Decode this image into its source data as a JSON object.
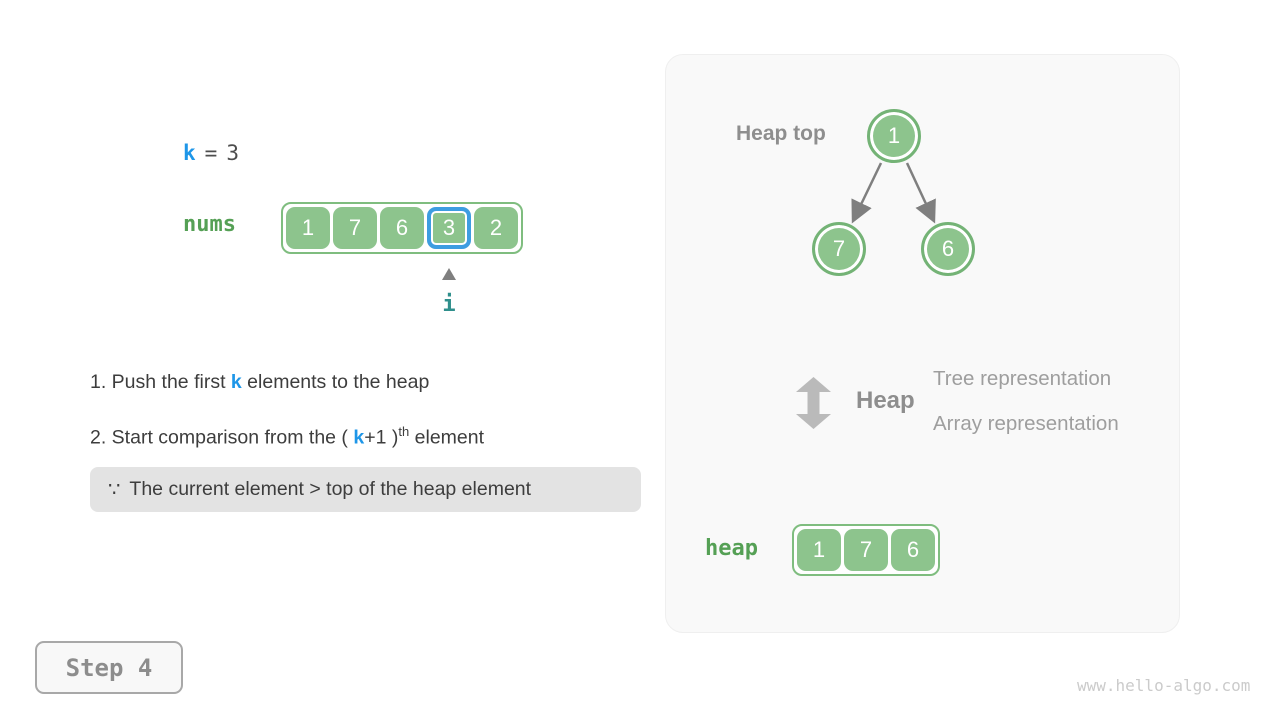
{
  "colors": {
    "cell_green": "#8dc48d",
    "border_green": "#7fbd7f",
    "node_ring_green": "#74b376",
    "label_green": "#55a055",
    "highlight_blue": "#3d9de1",
    "variable_blue": "#1e96e8",
    "pointer_teal": "#2f8f8c",
    "gray_text": "#8e8e8e",
    "note_bg": "#e3e3e3",
    "panel_bg": "#f9f9f9"
  },
  "left": {
    "k_assignment": {
      "variable": "k",
      "operator": "=",
      "value": "3"
    },
    "nums_array": {
      "label": "nums",
      "cells": [
        {
          "value": "1",
          "highlighted": false
        },
        {
          "value": "7",
          "highlighted": false
        },
        {
          "value": "6",
          "highlighted": false
        },
        {
          "value": "3",
          "highlighted": true
        },
        {
          "value": "2",
          "highlighted": false
        }
      ],
      "pointer": {
        "label": "i"
      }
    },
    "instruction1": {
      "pre": "1. Push the first ",
      "k": "k",
      "post": " elements to the heap"
    },
    "instruction2": {
      "pre": "2. Start comparison from the ( ",
      "k": "k",
      "mid": "+1 )",
      "sup": "th",
      "post": " element"
    },
    "condition_note": {
      "symbol": "∵",
      "text": "The current element > top of the heap element"
    }
  },
  "heap_panel": {
    "heap_top_label": "Heap top",
    "tree": {
      "root": "1",
      "left_child": "7",
      "right_child": "6"
    },
    "legend": {
      "heap_label": "Heap",
      "tree_representation": "Tree representation",
      "array_representation": "Array representation"
    },
    "heap_array": {
      "label": "heap",
      "cells": [
        {
          "value": "1"
        },
        {
          "value": "7"
        },
        {
          "value": "6"
        }
      ]
    }
  },
  "footer": {
    "step_label": "Step 4",
    "watermark": "www.hello-algo.com"
  }
}
